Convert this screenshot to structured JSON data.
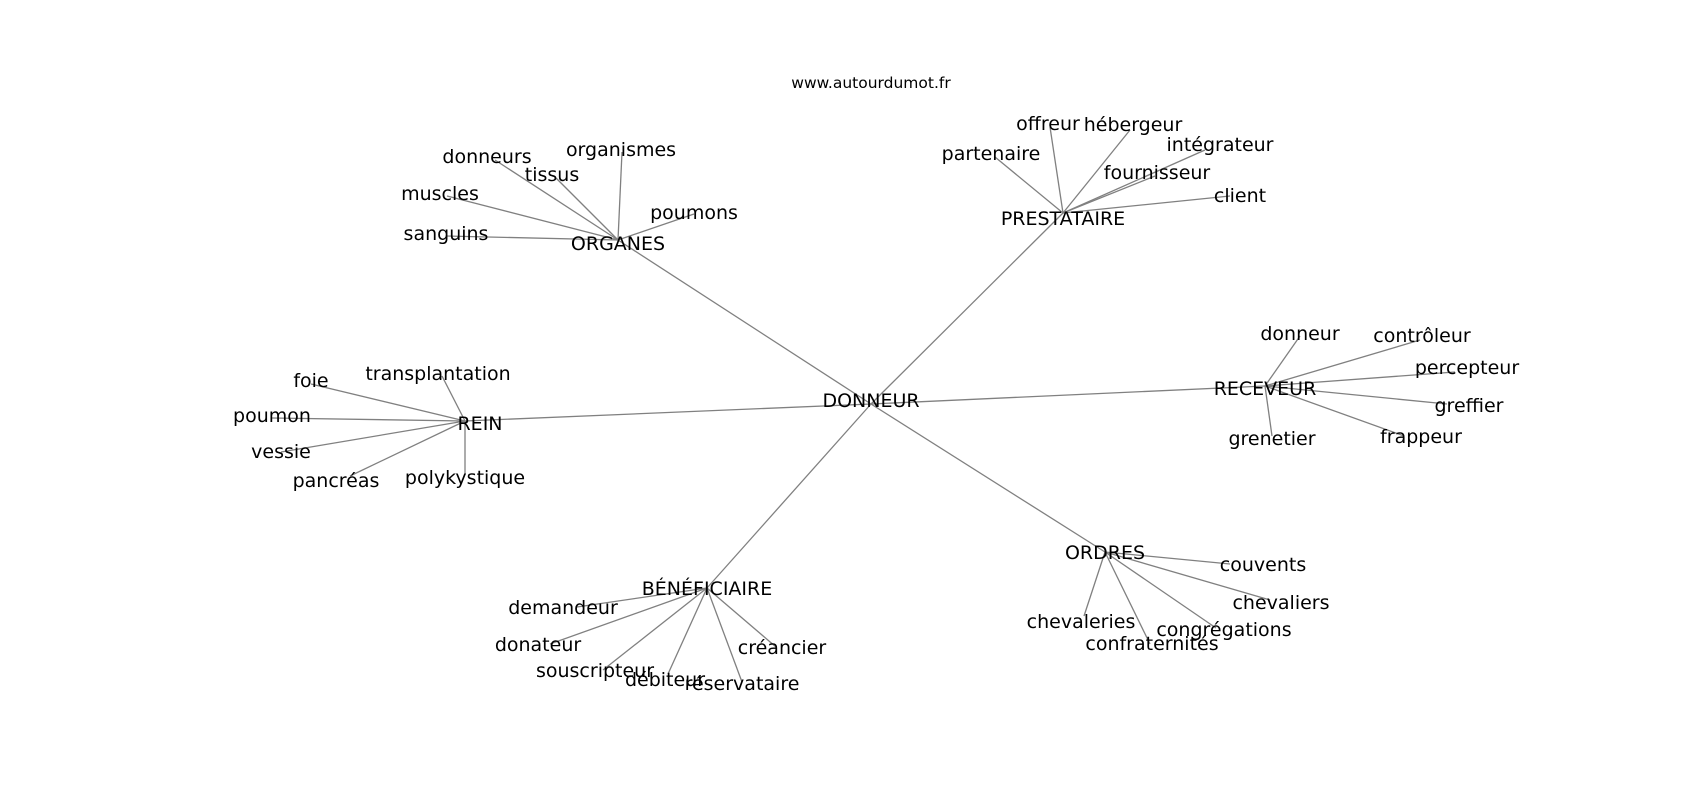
{
  "source_label": "www.autourdumot.fr",
  "colors": {
    "edge": "#808080",
    "text": "#000000",
    "background": "#ffffff"
  },
  "graph": {
    "root": "DONNEUR",
    "clusters": [
      {
        "hub": "ORGANES",
        "leaves": [
          "donneurs",
          "organismes",
          "tissus",
          "muscles",
          "poumons",
          "sanguins"
        ]
      },
      {
        "hub": "PRESTATAIRE",
        "leaves": [
          "offreur",
          "hébergeur",
          "partenaire",
          "intégrateur",
          "fournisseur",
          "client"
        ]
      },
      {
        "hub": "RECEVEUR",
        "leaves": [
          "donneur",
          "contrôleur",
          "percepteur",
          "greffier",
          "grenetier",
          "frappeur"
        ]
      },
      {
        "hub": "REIN",
        "leaves": [
          "transplantation",
          "foie",
          "poumon",
          "vessie",
          "pancréas",
          "polykystique"
        ]
      },
      {
        "hub": "ORDRES",
        "leaves": [
          "couvents",
          "chevaliers",
          "chevaleries",
          "congrégations",
          "confraternités"
        ]
      },
      {
        "hub": "BÉNÉFICIAIRE",
        "leaves": [
          "demandeur",
          "donateur",
          "créancier",
          "souscripteur",
          "débiteur",
          "réservataire"
        ]
      }
    ]
  }
}
